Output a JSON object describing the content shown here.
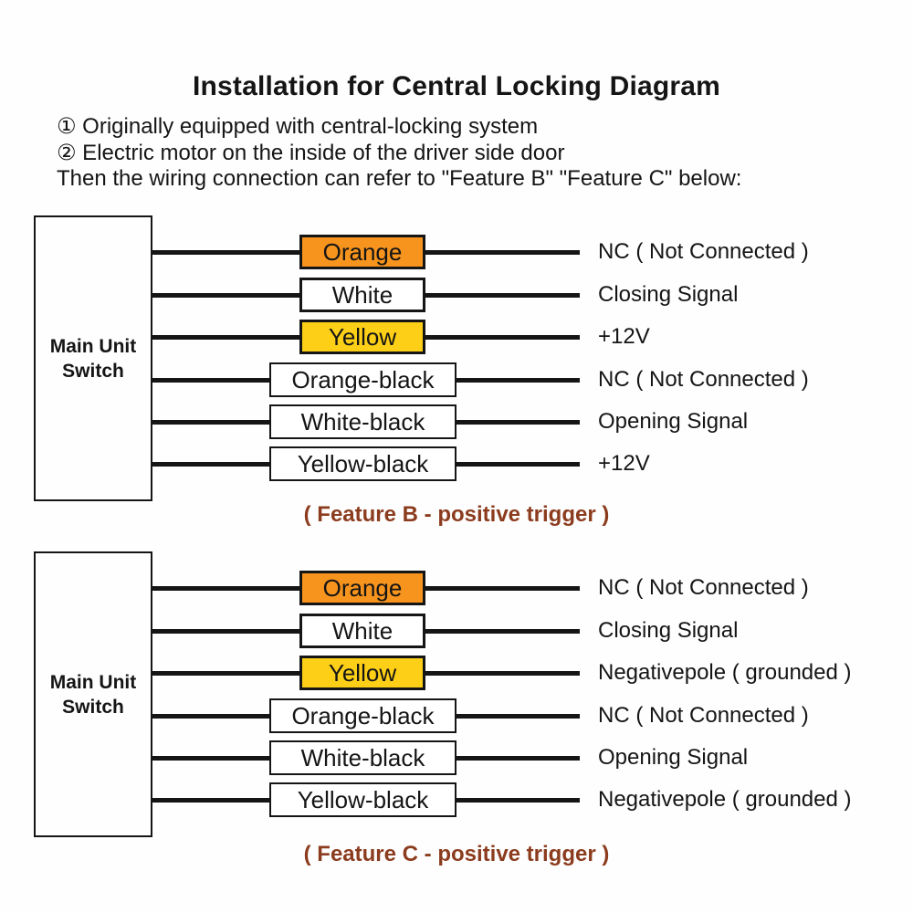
{
  "page": {
    "title": "Installation for Central Locking Diagram",
    "notes": [
      "① Originally equipped with central-locking system",
      "② Electric motor on the inside of the driver side door",
      "Then the wiring connection can refer to \"Feature B\" \"Feature C\" below:"
    ]
  },
  "colors": {
    "background": "#FEFEFE",
    "text": "#151515",
    "wire_line": "#151515",
    "orange_wire_fill": "#F7941D",
    "yellow_wire_fill": "#FDD017",
    "white_wire_fill": "#FFFFFF",
    "caption_text": "#8C3C1E"
  },
  "sections": [
    {
      "name": "Feature B",
      "unit_label_line1": "Main Unit",
      "unit_label_line2": "Switch",
      "caption": "( Feature B - positive trigger )",
      "rows": [
        {
          "wire": "Orange",
          "fill": "orange",
          "signal": "NC ( Not Connected )"
        },
        {
          "wire": "White",
          "fill": "white",
          "signal": "Closing Signal"
        },
        {
          "wire": "Yellow",
          "fill": "yellow",
          "signal": "+12V"
        },
        {
          "wire": "Orange-black",
          "fill": "white",
          "signal": "NC ( Not Connected )"
        },
        {
          "wire": "White-black",
          "fill": "white",
          "signal": "Opening Signal"
        },
        {
          "wire": "Yellow-black",
          "fill": "white",
          "signal": "+12V"
        }
      ]
    },
    {
      "name": "Feature C",
      "unit_label_line1": "Main Unit",
      "unit_label_line2": "Switch",
      "caption": "( Feature C - positive trigger )",
      "rows": [
        {
          "wire": "Orange",
          "fill": "orange",
          "signal": "NC ( Not Connected )"
        },
        {
          "wire": "White",
          "fill": "white",
          "signal": "Closing Signal"
        },
        {
          "wire": "Yellow",
          "fill": "yellow",
          "signal": "Negativepole ( grounded )"
        },
        {
          "wire": "Orange-black",
          "fill": "white",
          "signal": "NC ( Not Connected )"
        },
        {
          "wire": "White-black",
          "fill": "white",
          "signal": "Opening Signal"
        },
        {
          "wire": "Yellow-black",
          "fill": "white",
          "signal": "Negativepole ( grounded )"
        }
      ]
    }
  ]
}
